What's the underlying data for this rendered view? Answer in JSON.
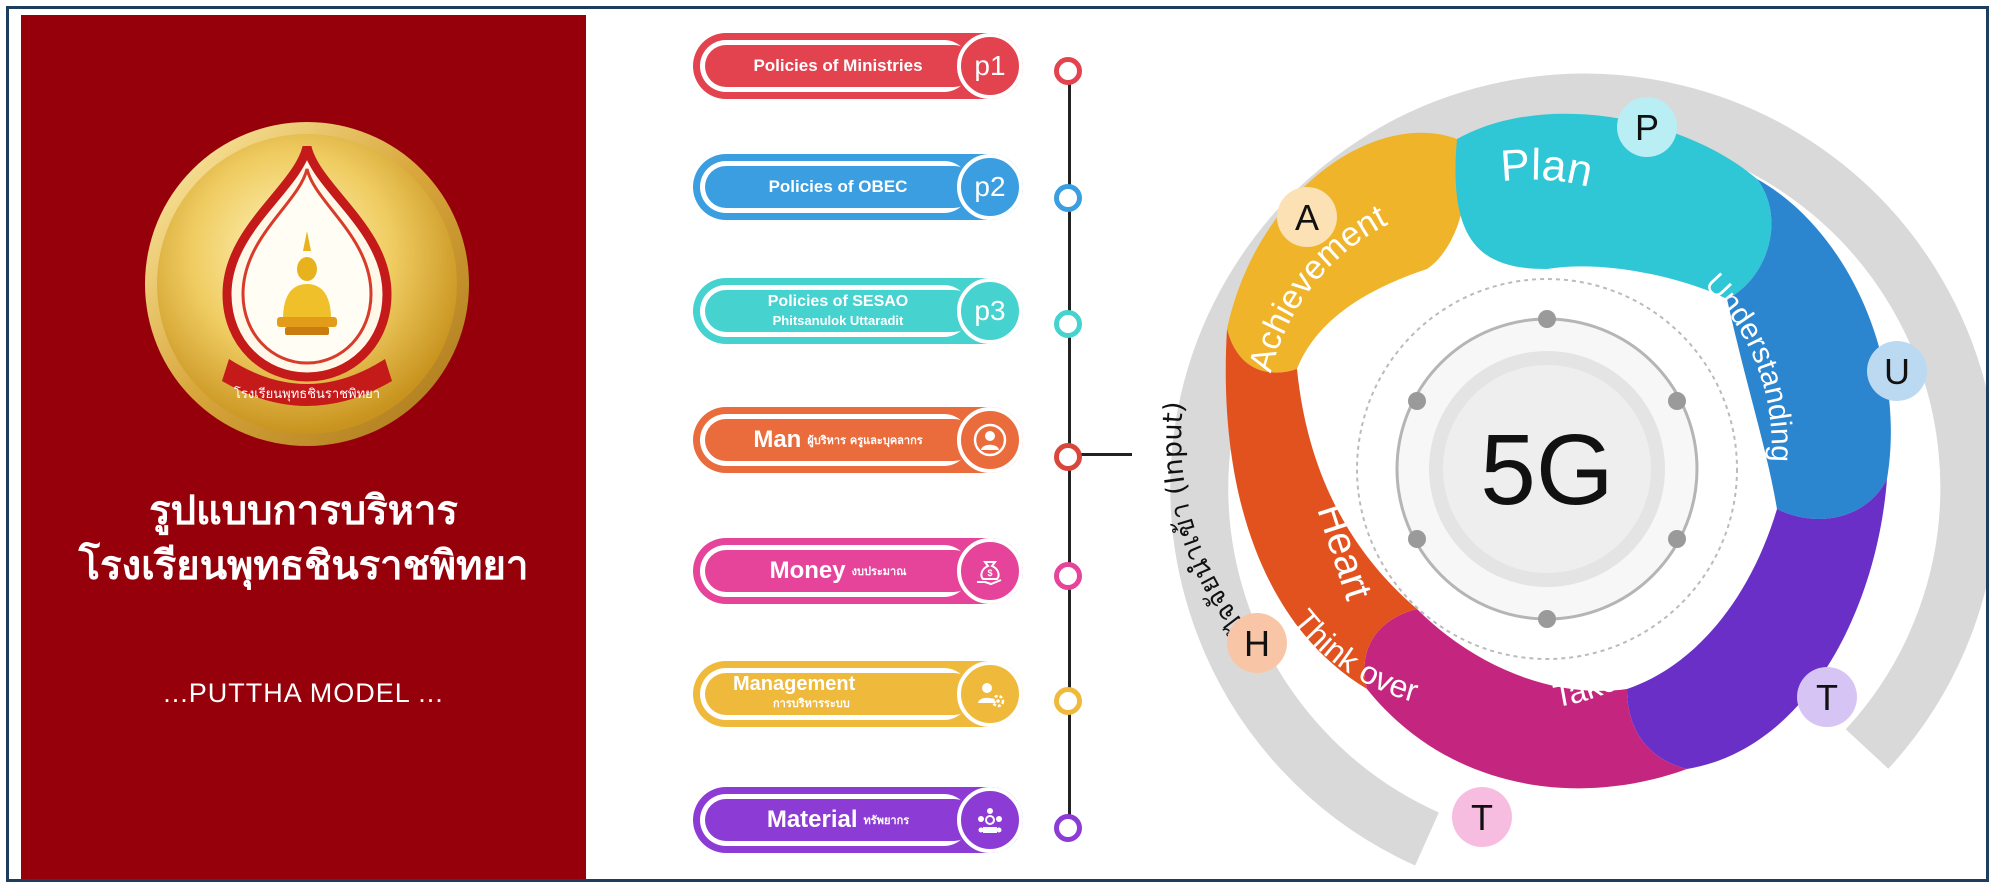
{
  "left": {
    "title_line1": "รูปแบบการบริหาร",
    "title_line2": "โรงเรียนพุทธชินราชพิทยา",
    "model_label": "...PUTTHA MODEL ...",
    "emblem_caption": "โรงเรียนพุทธชินราชพิทยา"
  },
  "inputs": [
    {
      "label": "Policies of Ministries",
      "tag": "p1",
      "color": "#e2434f"
    },
    {
      "label": "Policies of OBEC",
      "tag": "p2",
      "color": "#3a9ee0"
    },
    {
      "label_line1": "Policies of SESAO",
      "label_line2": "Phitsanulok Uttaradit",
      "tag": "p3",
      "color": "#46d2cf"
    },
    {
      "label_main": "Man",
      "label_sub": "ผู้บริหาร ครูและบุคลากร",
      "icon": "person-icon",
      "color": "#ea6b3c"
    },
    {
      "label_main": "Money",
      "label_sub": "งบประมาณ",
      "icon": "money-bag-icon",
      "color": "#e5449a"
    },
    {
      "label_main": "Management",
      "label_sub": "การบริหารระบบ",
      "icon": "manager-gear-icon",
      "color": "#efb93b"
    },
    {
      "label_main": "Material",
      "label_sub": "ทรัพยากร",
      "icon": "resources-icon",
      "color": "#8c3bd5"
    }
  ],
  "wheel": {
    "center": "5G",
    "input_label": "ปัจจัยนำเข้า (Input)",
    "segments": [
      {
        "word": "Plan",
        "letter": "P",
        "color": "#2fc6d6"
      },
      {
        "word": "Understanding",
        "letter": "U",
        "color": "#2b86cf"
      },
      {
        "word": "Take action",
        "letter": "T",
        "color": "#6a2fc6"
      },
      {
        "word": "Think over",
        "letter": "T",
        "color": "#c4267f"
      },
      {
        "word": "Heart",
        "letter": "H",
        "color": "#e2521f"
      },
      {
        "word": "Achievement",
        "letter": "A",
        "color": "#f0b42a"
      }
    ]
  }
}
